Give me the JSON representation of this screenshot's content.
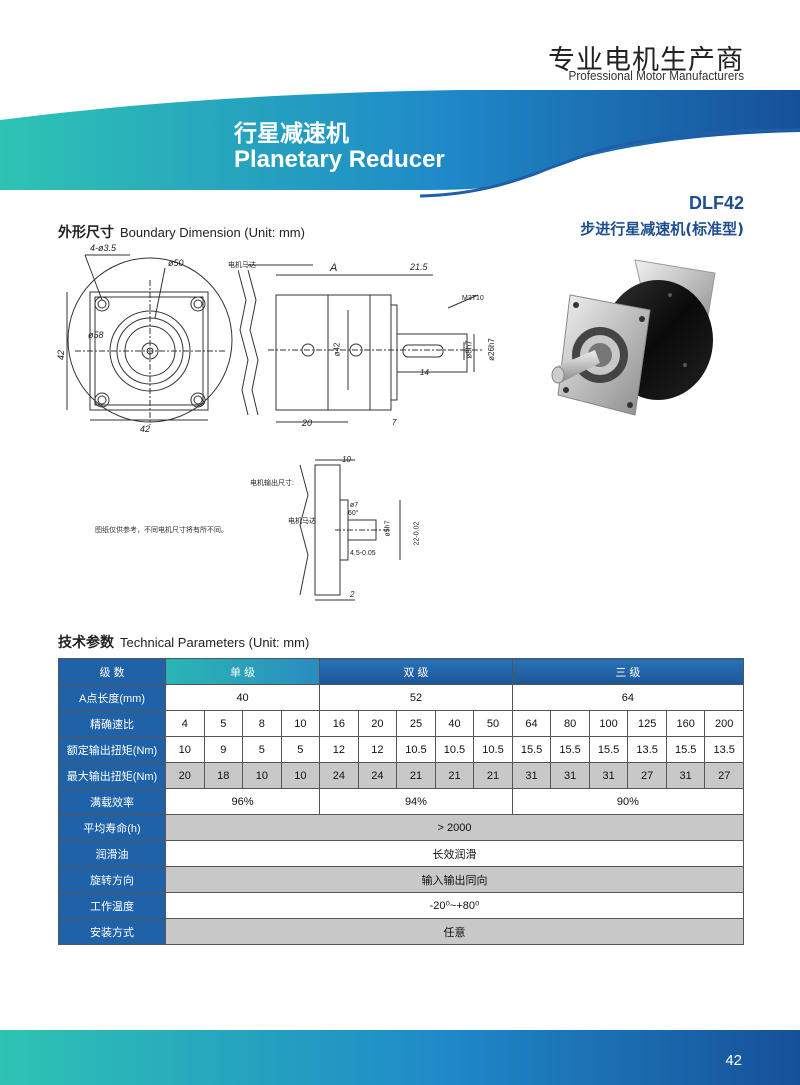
{
  "header": {
    "company_cn": "专业电机生产商",
    "company_en": "Professional Motor Manufacturers",
    "title_cn": "行星减速机",
    "title_en": "Planetary Reducer"
  },
  "product": {
    "model": "DLF42",
    "desc": "步进行星减速机(标准型)"
  },
  "boundary": {
    "title_cn": "外形尺寸",
    "title_en": "Boundary Dimension (Unit: mm)",
    "note": "图纸仅供参考，不同电机尺寸将有所不同。",
    "labels": {
      "holes": "4-ø3.5",
      "d50": "ø50",
      "d58": "ø58",
      "w42": "42",
      "h42": "42",
      "motor": "电机马达",
      "A": "A",
      "l215": "21.5",
      "m3": "M3T10",
      "d42": "ø42",
      "d8": "ø8h7",
      "d26": "ø26h7",
      "l14": "14",
      "l20": "20",
      "l7": "7",
      "shaft": "电机输出尺寸:",
      "l10": "10",
      "d7": "ø7",
      "d6": "60°",
      "motor2": "电机马达",
      "d5": "ø5h7",
      "d22": "22-0.02",
      "l45": "4.5-0.05",
      "l2": "2"
    }
  },
  "technical": {
    "title_cn": "技术参数",
    "title_en": "Technical Parameters (Unit: mm)"
  },
  "table": {
    "row_labels": [
      "级 数",
      "A点长度(mm)",
      "精确速比",
      "额定输出扭矩(Nm)",
      "最大输出扭矩(Nm)",
      "满载效率",
      "平均寿命(h)",
      "润滑油",
      "旋转方向",
      "工作温度",
      "安装方式"
    ],
    "stages": [
      "单 级",
      "双 级",
      "三 级"
    ],
    "length": [
      "40",
      "52",
      "64"
    ],
    "ratios": [
      "4",
      "5",
      "8",
      "10",
      "16",
      "20",
      "25",
      "40",
      "50",
      "64",
      "80",
      "100",
      "125",
      "160",
      "200"
    ],
    "rated_torque": [
      "10",
      "9",
      "5",
      "5",
      "12",
      "12",
      "10.5",
      "10.5",
      "10.5",
      "15.5",
      "15.5",
      "15.5",
      "13.5",
      "15.5",
      "13.5"
    ],
    "max_torque": [
      "20",
      "18",
      "10",
      "10",
      "24",
      "24",
      "21",
      "21",
      "21",
      "31",
      "31",
      "31",
      "27",
      "31",
      "27"
    ],
    "efficiency": [
      "96%",
      "94%",
      "90%"
    ],
    "life": "> 2000",
    "lubricant": "长效润滑",
    "rotation": "输入输出同向",
    "temperature": "-20⁰~+80⁰",
    "mounting": "任意"
  },
  "footer": {
    "page": "42"
  },
  "colors": {
    "accent_blue": "#1f4e8f",
    "teal": "#2ab7b0",
    "header_blue": "#2062a8"
  }
}
